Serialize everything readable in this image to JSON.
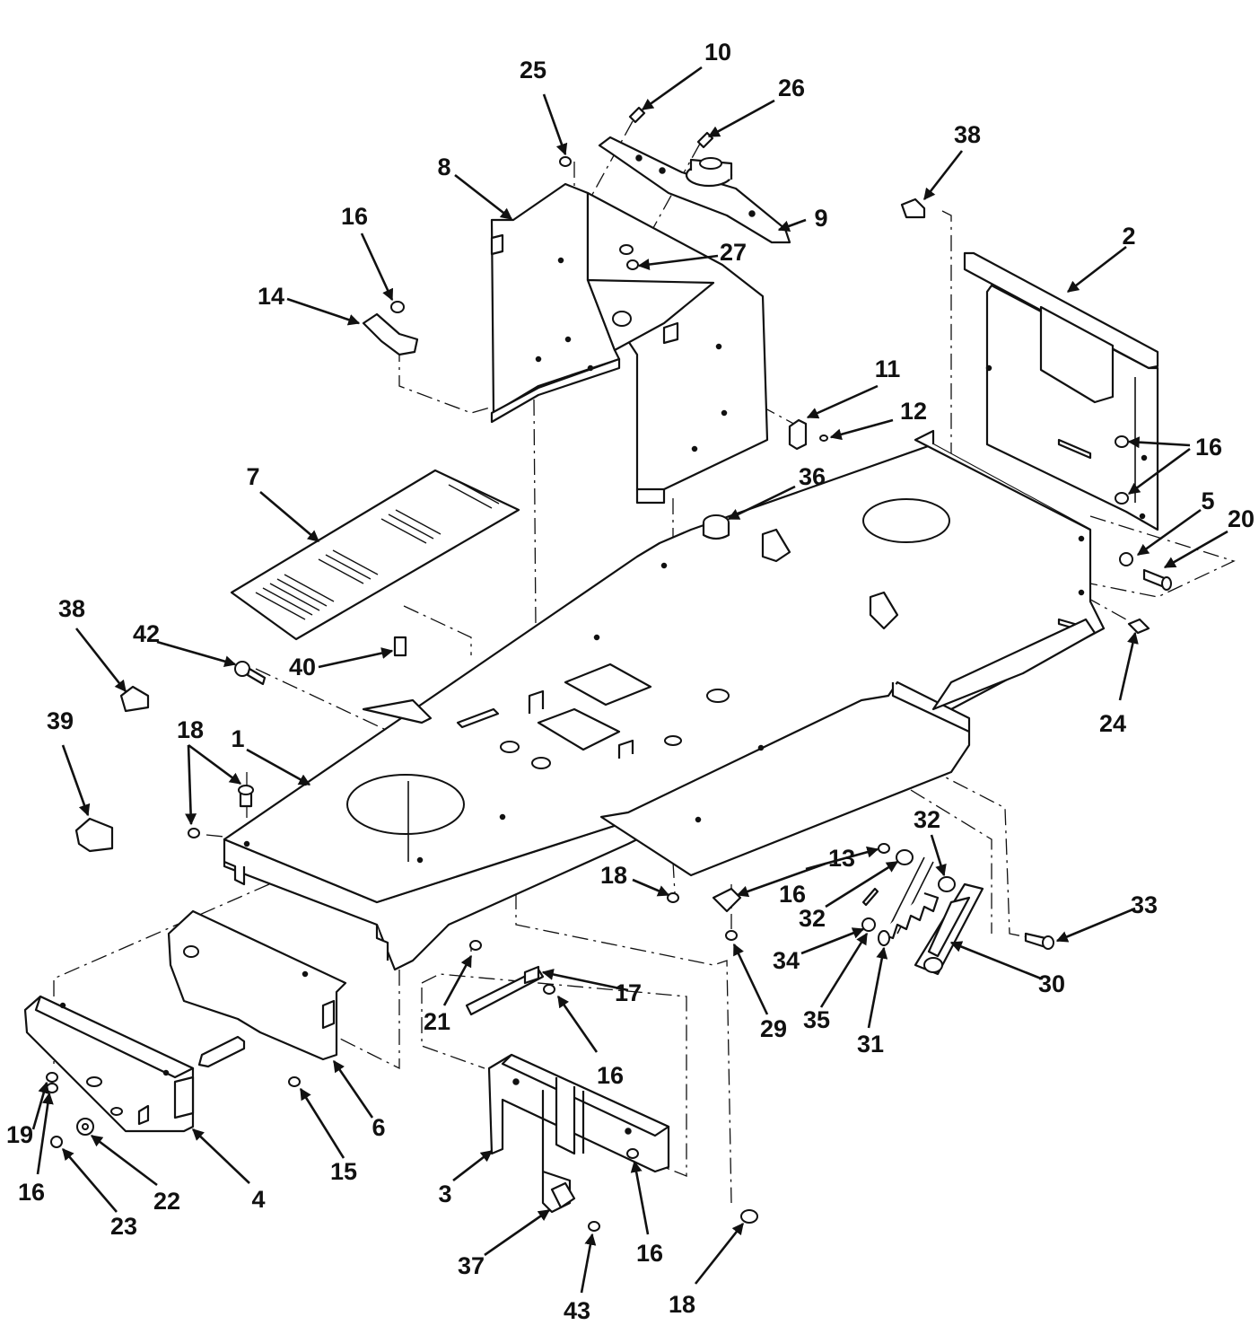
{
  "diagram": {
    "style": "exploded parts view, black line art on white",
    "line_color": "#111111",
    "background": "#ffffff",
    "callouts": [
      {
        "id": "c25",
        "text": "25"
      },
      {
        "id": "c10",
        "text": "10"
      },
      {
        "id": "c26",
        "text": "26"
      },
      {
        "id": "c38a",
        "text": "38"
      },
      {
        "id": "c8",
        "text": "8"
      },
      {
        "id": "c9",
        "text": "9"
      },
      {
        "id": "c16a",
        "text": "16"
      },
      {
        "id": "c27",
        "text": "27"
      },
      {
        "id": "c2",
        "text": "2"
      },
      {
        "id": "c14",
        "text": "14"
      },
      {
        "id": "c11",
        "text": "11"
      },
      {
        "id": "c12",
        "text": "12"
      },
      {
        "id": "c16b",
        "text": "16"
      },
      {
        "id": "c7",
        "text": "7"
      },
      {
        "id": "c36",
        "text": "36"
      },
      {
        "id": "c5",
        "text": "5"
      },
      {
        "id": "c20",
        "text": "20"
      },
      {
        "id": "c38b",
        "text": "38"
      },
      {
        "id": "c42",
        "text": "42"
      },
      {
        "id": "c40",
        "text": "40"
      },
      {
        "id": "c24",
        "text": "24"
      },
      {
        "id": "c39",
        "text": "39"
      },
      {
        "id": "c18a",
        "text": "18"
      },
      {
        "id": "c1",
        "text": "1"
      },
      {
        "id": "c13",
        "text": "13"
      },
      {
        "id": "c32a",
        "text": "32"
      },
      {
        "id": "c18b",
        "text": "18"
      },
      {
        "id": "c16c",
        "text": "16"
      },
      {
        "id": "c32b",
        "text": "32"
      },
      {
        "id": "c33",
        "text": "33"
      },
      {
        "id": "c34",
        "text": "34"
      },
      {
        "id": "c30",
        "text": "30"
      },
      {
        "id": "c21",
        "text": "21"
      },
      {
        "id": "c17",
        "text": "17"
      },
      {
        "id": "c29",
        "text": "29"
      },
      {
        "id": "c35",
        "text": "35"
      },
      {
        "id": "c31",
        "text": "31"
      },
      {
        "id": "c16d",
        "text": "16"
      },
      {
        "id": "c6",
        "text": "6"
      },
      {
        "id": "c19",
        "text": "19"
      },
      {
        "id": "c15",
        "text": "15"
      },
      {
        "id": "c3",
        "text": "3"
      },
      {
        "id": "c16e",
        "text": "16"
      },
      {
        "id": "c22",
        "text": "22"
      },
      {
        "id": "c4",
        "text": "4"
      },
      {
        "id": "c23",
        "text": "23"
      },
      {
        "id": "c37",
        "text": "37"
      },
      {
        "id": "c43",
        "text": "43"
      },
      {
        "id": "c16f",
        "text": "16"
      },
      {
        "id": "c18c",
        "text": "18"
      }
    ]
  }
}
